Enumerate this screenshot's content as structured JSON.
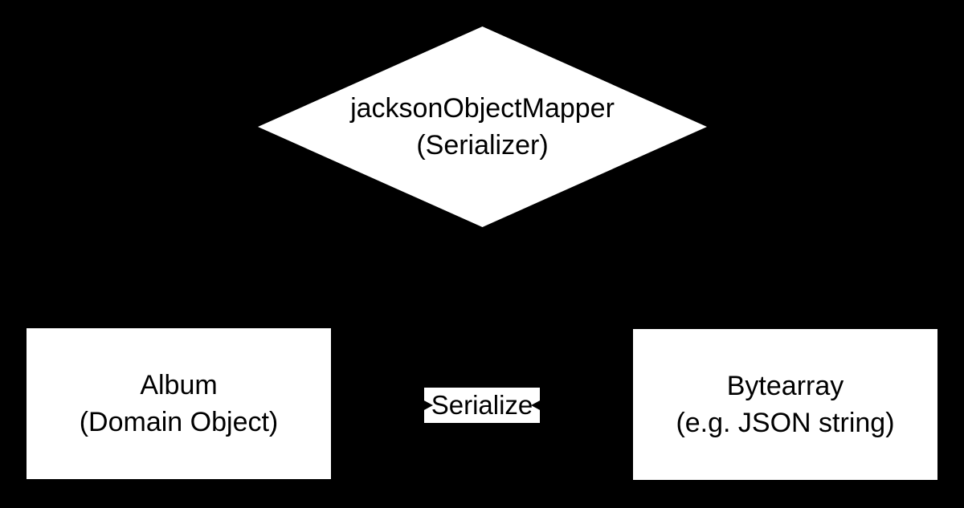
{
  "diagram": {
    "background_color": "#000000",
    "shape_fill_color": "#ffffff",
    "text_color": "#000000",
    "nodes": {
      "mapper": {
        "shape": "diamond",
        "line1": "jacksonObjectMapper",
        "line2": "(Serializer)"
      },
      "album": {
        "shape": "rectangle",
        "line1": "Album",
        "line2": "(Domain Object)"
      },
      "bytearray": {
        "shape": "rectangle",
        "line1": "Bytearray",
        "line2": "(e.g. JSON string)"
      }
    },
    "edge": {
      "label": "Serialize"
    }
  }
}
